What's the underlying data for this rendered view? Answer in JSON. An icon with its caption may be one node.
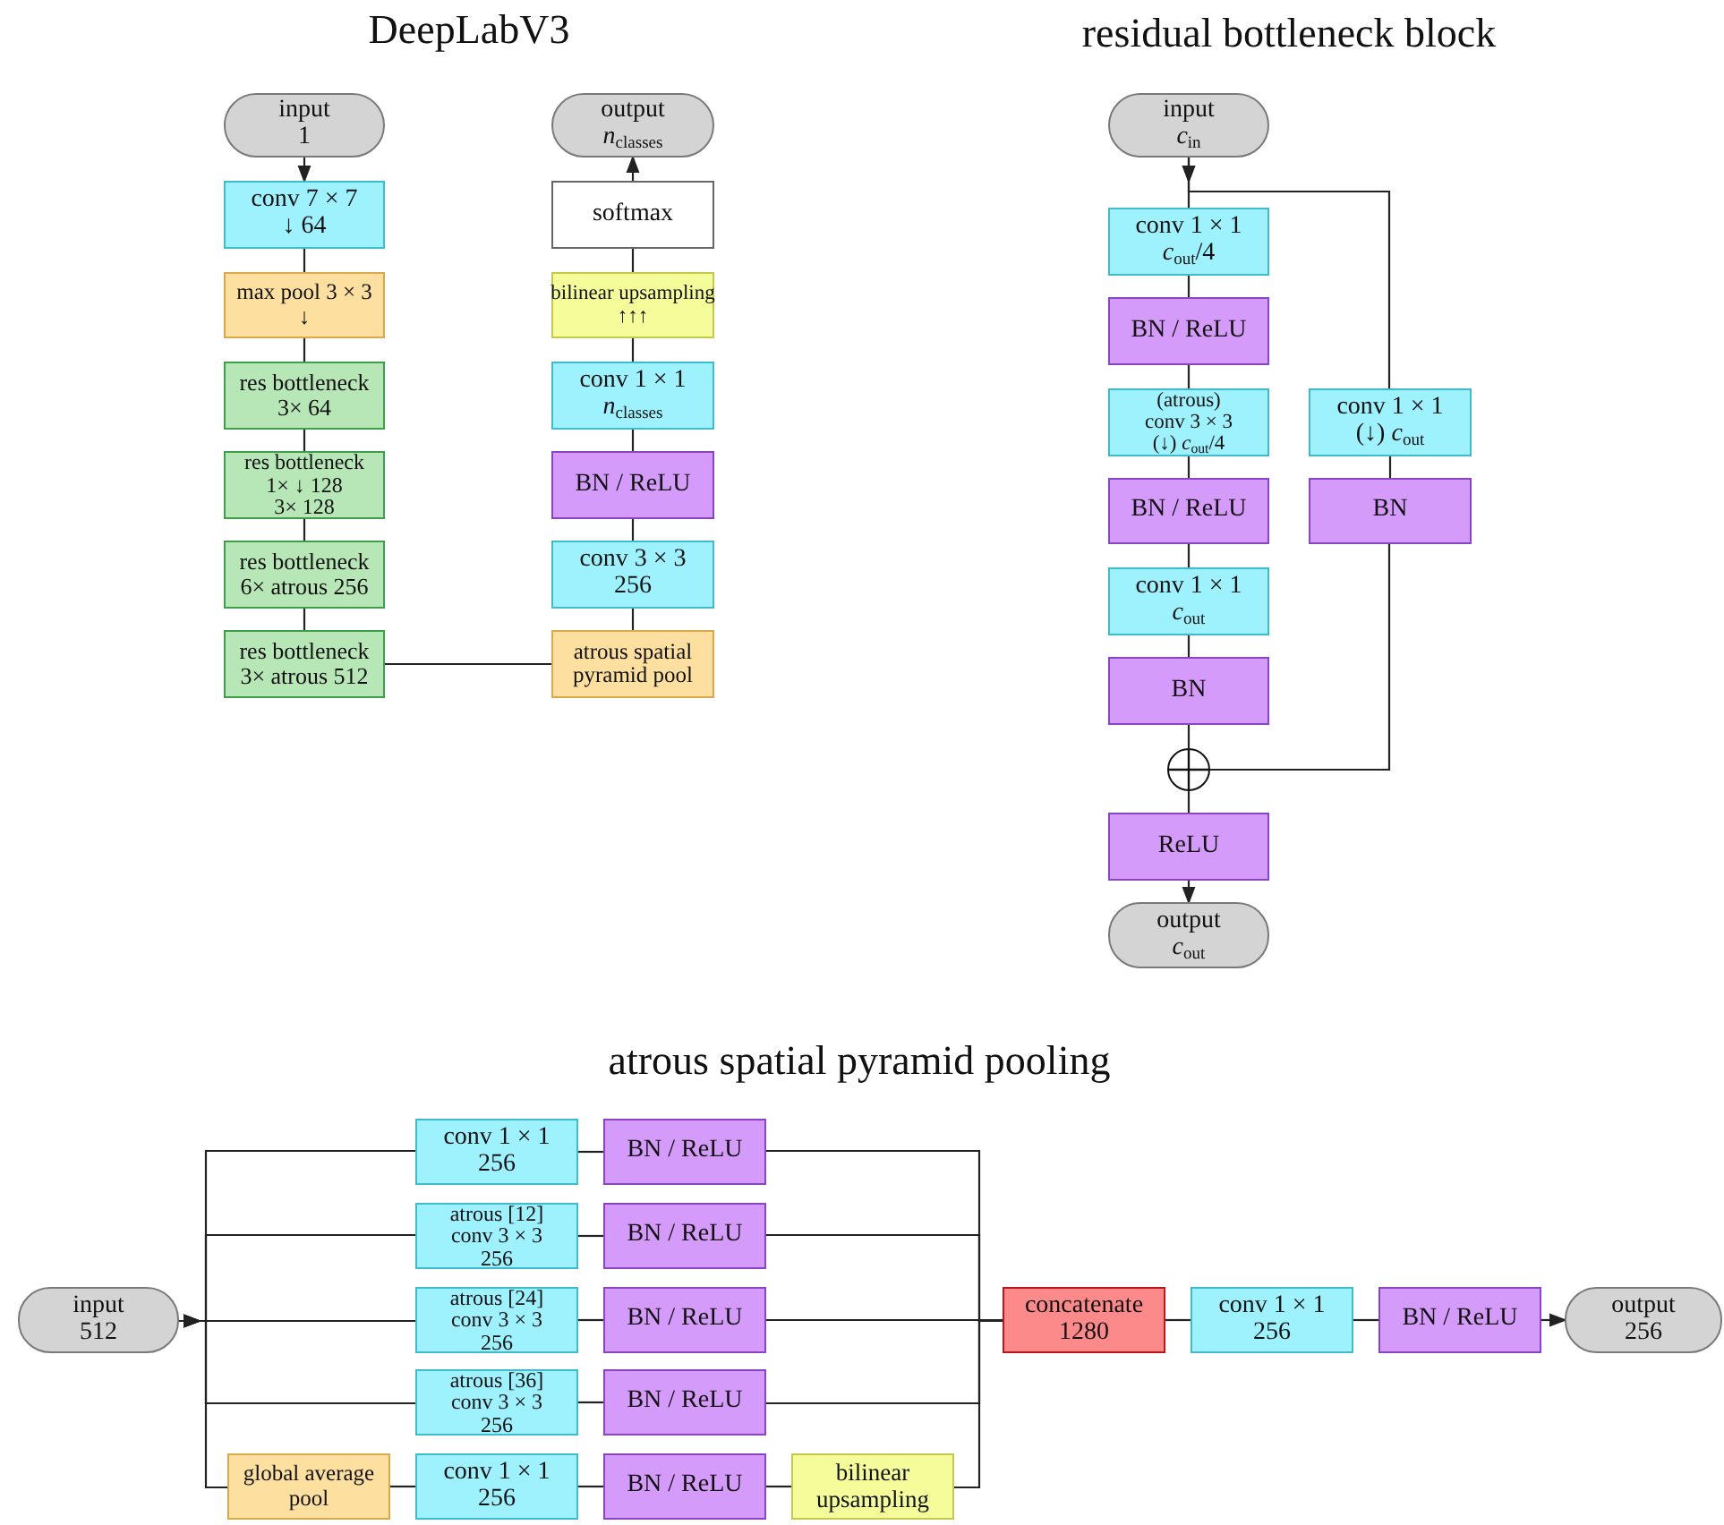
{
  "diagram": {
    "nodes": [
      {
        "text": [
          "input",
          "1"
        ]
      },
      {
        "text": [
          "conv 7 × 7",
          "↓ 64"
        ]
      },
      {
        "text": [
          "max pool 3 × 3",
          "↓"
        ]
      },
      {
        "text": [
          "res bottleneck",
          "3× 64"
        ]
      },
      {
        "text": [
          "res bottleneck",
          "1× ↓ 128",
          "3× 128"
        ]
      },
      {
        "text": [
          "res bottleneck",
          "6× atrous 256"
        ]
      },
      {
        "text": [
          "res bottleneck",
          "3× atrous 512"
        ]
      },
      {
        "text": [
          "atrous spatial pyramid pool"
        ]
      },
      {
        "text": [
          "conv 3 × 3",
          "256"
        ]
      },
      {
        "text": [
          "BN / ReLU"
        ]
      },
      {
        "text": [
          "conv 1 × 1",
          "*n*$_{classes}$"
        ]
      },
      {
        "text": [
          "bilinear upsampling",
          "↑↑↑"
        ]
      },
      {
        "text": [
          "softmax"
        ]
      },
      {
        "text": [
          "output",
          "*n*$_{classes}$"
        ]
      },
      {
        "text": [
          "input",
          "*c*$_{in}$"
        ]
      },
      {
        "text": [
          "conv 1 × 1",
          "*c*$_{out}$/4"
        ]
      },
      {
        "text": [
          "BN / ReLU"
        ]
      },
      {
        "text": [
          "(atrous)",
          "conv 3 × 3",
          "(↓) *c*$_{out}$/4"
        ]
      },
      {
        "text": [
          "BN / ReLU"
        ]
      },
      {
        "text": [
          "conv 1 × 1",
          "*c*$_{out}$"
        ]
      },
      {
        "text": [
          "BN"
        ]
      },
      {
        "text": [],
        "shape": "circle"
      },
      {
        "text": [
          "ReLU"
        ]
      },
      {
        "text": [
          "output",
          "*c*$_{out}$"
        ]
      },
      {
        "text": [
          "conv 1 × 1",
          "(↓) *c*$_{out}$"
        ]
      },
      {
        "text": [
          "BN"
        ]
      },
      {
        "text": [
          "input",
          "512"
        ]
      },
      {
        "text": [
          "conv 1 × 1",
          "256"
        ]
      },
      {
        "text": [
          "BN / ReLU"
        ]
      },
      {
        "text": [
          "atrous [12]",
          "conv 3 × 3",
          "256"
        ]
      },
      {
        "text": [
          "BN / ReLU"
        ]
      },
      {
        "text": [
          "atrous [24]",
          "conv 3 × 3",
          "256"
        ]
      },
      {
        "text": [
          "BN / ReLU"
        ]
      },
      {
        "text": [
          "atrous [36]",
          "conv 3 × 3",
          "256"
        ]
      },
      {
        "text": [
          "BN / ReLU"
        ]
      },
      {
        "text": [
          "global average pool"
        ]
      },
      {
        "text": [
          "conv 1 × 1",
          "256"
        ]
      },
      {
        "text": [
          "BN / ReLU"
        ]
      },
      {
        "text": [
          "bilinear upsampling"
        ]
      },
      {
        "text": [
          "concatenate",
          "1280"
        ]
      },
      {
        "text": [
          "conv 1 × 1",
          "256"
        ]
      },
      {
        "text": [
          "BN / ReLU"
        ]
      },
      {
        "text": [
          "output",
          "256"
        ]
      }
    ],
    "edges": [
      {
        "from": 0,
        "to": 1,
        "arrow": "to"
      },
      {
        "from": 1,
        "to": 2,
        "arrow": "none"
      },
      {
        "from": 2,
        "to": 3,
        "arrow": "none"
      },
      {
        "from": 3,
        "to": 4,
        "arrow": "none"
      },
      {
        "from": 4,
        "to": 5,
        "arrow": "none"
      },
      {
        "from": 5,
        "to": 6,
        "arrow": "none"
      },
      {
        "from": 6,
        "to": 7,
        "arrow": "none"
      },
      {
        "from": 7,
        "to": 8,
        "arrow": "none"
      },
      {
        "from": 8,
        "to": 9,
        "arrow": "none"
      },
      {
        "from": 9,
        "to": 10,
        "arrow": "none"
      },
      {
        "from": 10,
        "to": 11,
        "arrow": "none"
      },
      {
        "from": 11,
        "to": 12,
        "arrow": "none"
      },
      {
        "from": 12,
        "to": 13,
        "arrow": "to"
      },
      {
        "from": 14,
        "to": 15,
        "arrow": "to"
      },
      {
        "from": 14,
        "to": 24,
        "arrow": "to"
      },
      {
        "from": 15,
        "to": 16,
        "arrow": "none"
      },
      {
        "from": 16,
        "to": 17,
        "arrow": "none"
      },
      {
        "from": 17,
        "to": 18,
        "arrow": "none"
      },
      {
        "from": 18,
        "to": 19,
        "arrow": "none"
      },
      {
        "from": 19,
        "to": 20,
        "arrow": "none"
      },
      {
        "from": 20,
        "to": 21,
        "arrow": "none"
      },
      {
        "from": 24,
        "to": 25,
        "arrow": "none"
      },
      {
        "from": 25,
        "to": 21,
        "arrow": "none"
      },
      {
        "from": 21,
        "to": 22,
        "arrow": "none"
      },
      {
        "from": 22,
        "to": 23,
        "arrow": "to"
      },
      {
        "from": 26,
        "to": 27,
        "arrow": "to"
      },
      {
        "from": 26,
        "to": 29,
        "arrow": "to"
      },
      {
        "from": 26,
        "to": 31,
        "arrow": "to"
      },
      {
        "from": 26,
        "to": 33,
        "arrow": "to"
      },
      {
        "from": 26,
        "to": 35,
        "arrow": "to"
      },
      {
        "from": 27,
        "to": 28,
        "arrow": "none"
      },
      {
        "from": 29,
        "to": 30,
        "arrow": "none"
      },
      {
        "from": 31,
        "to": 32,
        "arrow": "none"
      },
      {
        "from": 33,
        "to": 34,
        "arrow": "none"
      },
      {
        "from": 35,
        "to": 36,
        "arrow": "none"
      },
      {
        "from": 36,
        "to": 37,
        "arrow": "none"
      },
      {
        "from": 37,
        "to": 38,
        "arrow": "none"
      },
      {
        "from": 28,
        "to": 39,
        "arrow": "none"
      },
      {
        "from": 30,
        "to": 39,
        "arrow": "none"
      },
      {
        "from": 32,
        "to": 39,
        "arrow": "none"
      },
      {
        "from": 34,
        "to": 39,
        "arrow": "none"
      },
      {
        "from": 38,
        "to": 39,
        "arrow": "none"
      },
      {
        "from": 39,
        "to": 40,
        "arrow": "none"
      },
      {
        "from": 40,
        "to": 41,
        "arrow": "none"
      },
      {
        "from": 41,
        "to": 42,
        "arrow": "to"
      }
    ],
    "labels": [
      "DeepLabV3",
      "residual bottleneck block",
      "atrous spatial pyramid pooling"
    ]
  }
}
